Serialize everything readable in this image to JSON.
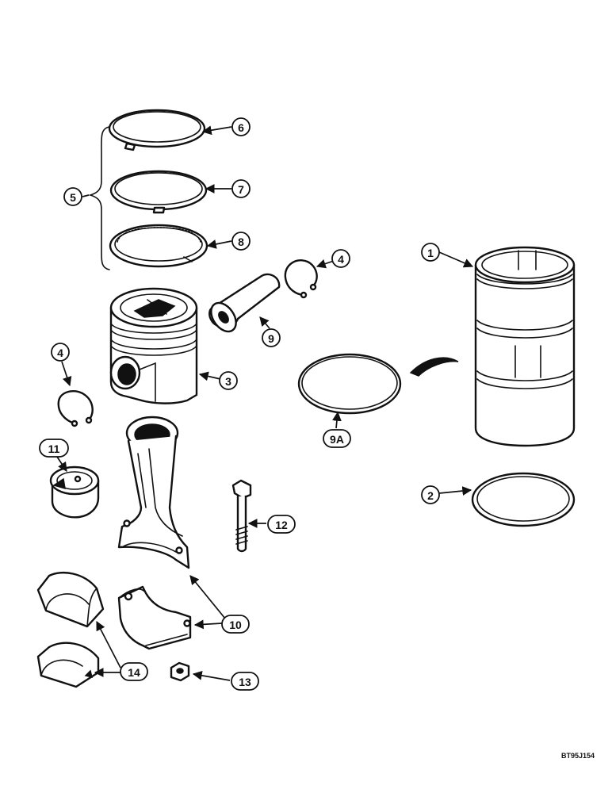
{
  "callouts": {
    "c1": "1",
    "c2": "2",
    "c3": "3",
    "c4a": "4",
    "c4b": "4",
    "c5": "5",
    "c6": "6",
    "c7": "7",
    "c8": "8",
    "c9": "9",
    "c9a": "9A",
    "c10": "10",
    "c11": "11",
    "c12": "12",
    "c13": "13",
    "c14": "14"
  },
  "figure_code": "BT95J154",
  "colors": {
    "ink": "#111111",
    "paper": "#ffffff"
  }
}
